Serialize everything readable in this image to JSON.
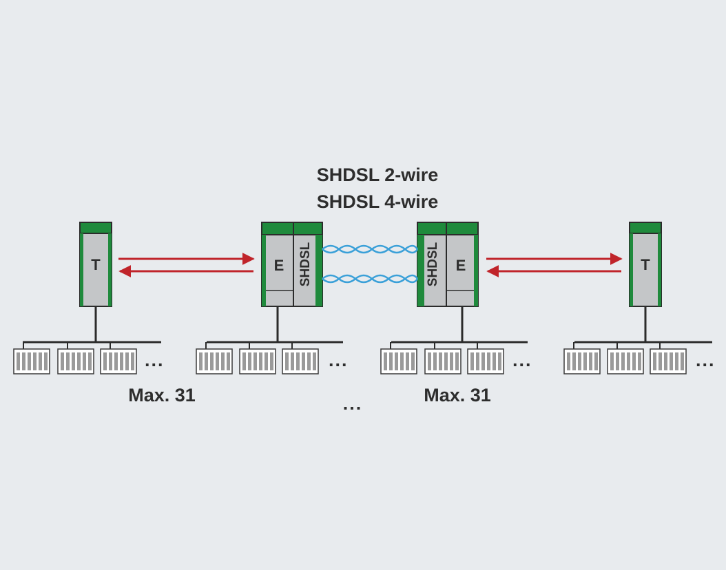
{
  "title_lines": [
    "SHDSL 2-wire",
    "SHDSL 4-wire"
  ],
  "devices": {
    "terminal_label": "T",
    "extender_label": "E",
    "shdsl_label": "SHDSL"
  },
  "captions": {
    "left_max": "Max. 31",
    "right_max": "Max. 31",
    "middle_ellipsis": "...",
    "bus_ellipsis": "..."
  },
  "colors": {
    "background": "#e8ebee",
    "device_green": "#1f8a3c",
    "device_gray": "#c4c6c8",
    "arrow_red": "#c0242a",
    "cable_blue": "#3aa0d8",
    "line_dark": "#2b2b2b"
  }
}
